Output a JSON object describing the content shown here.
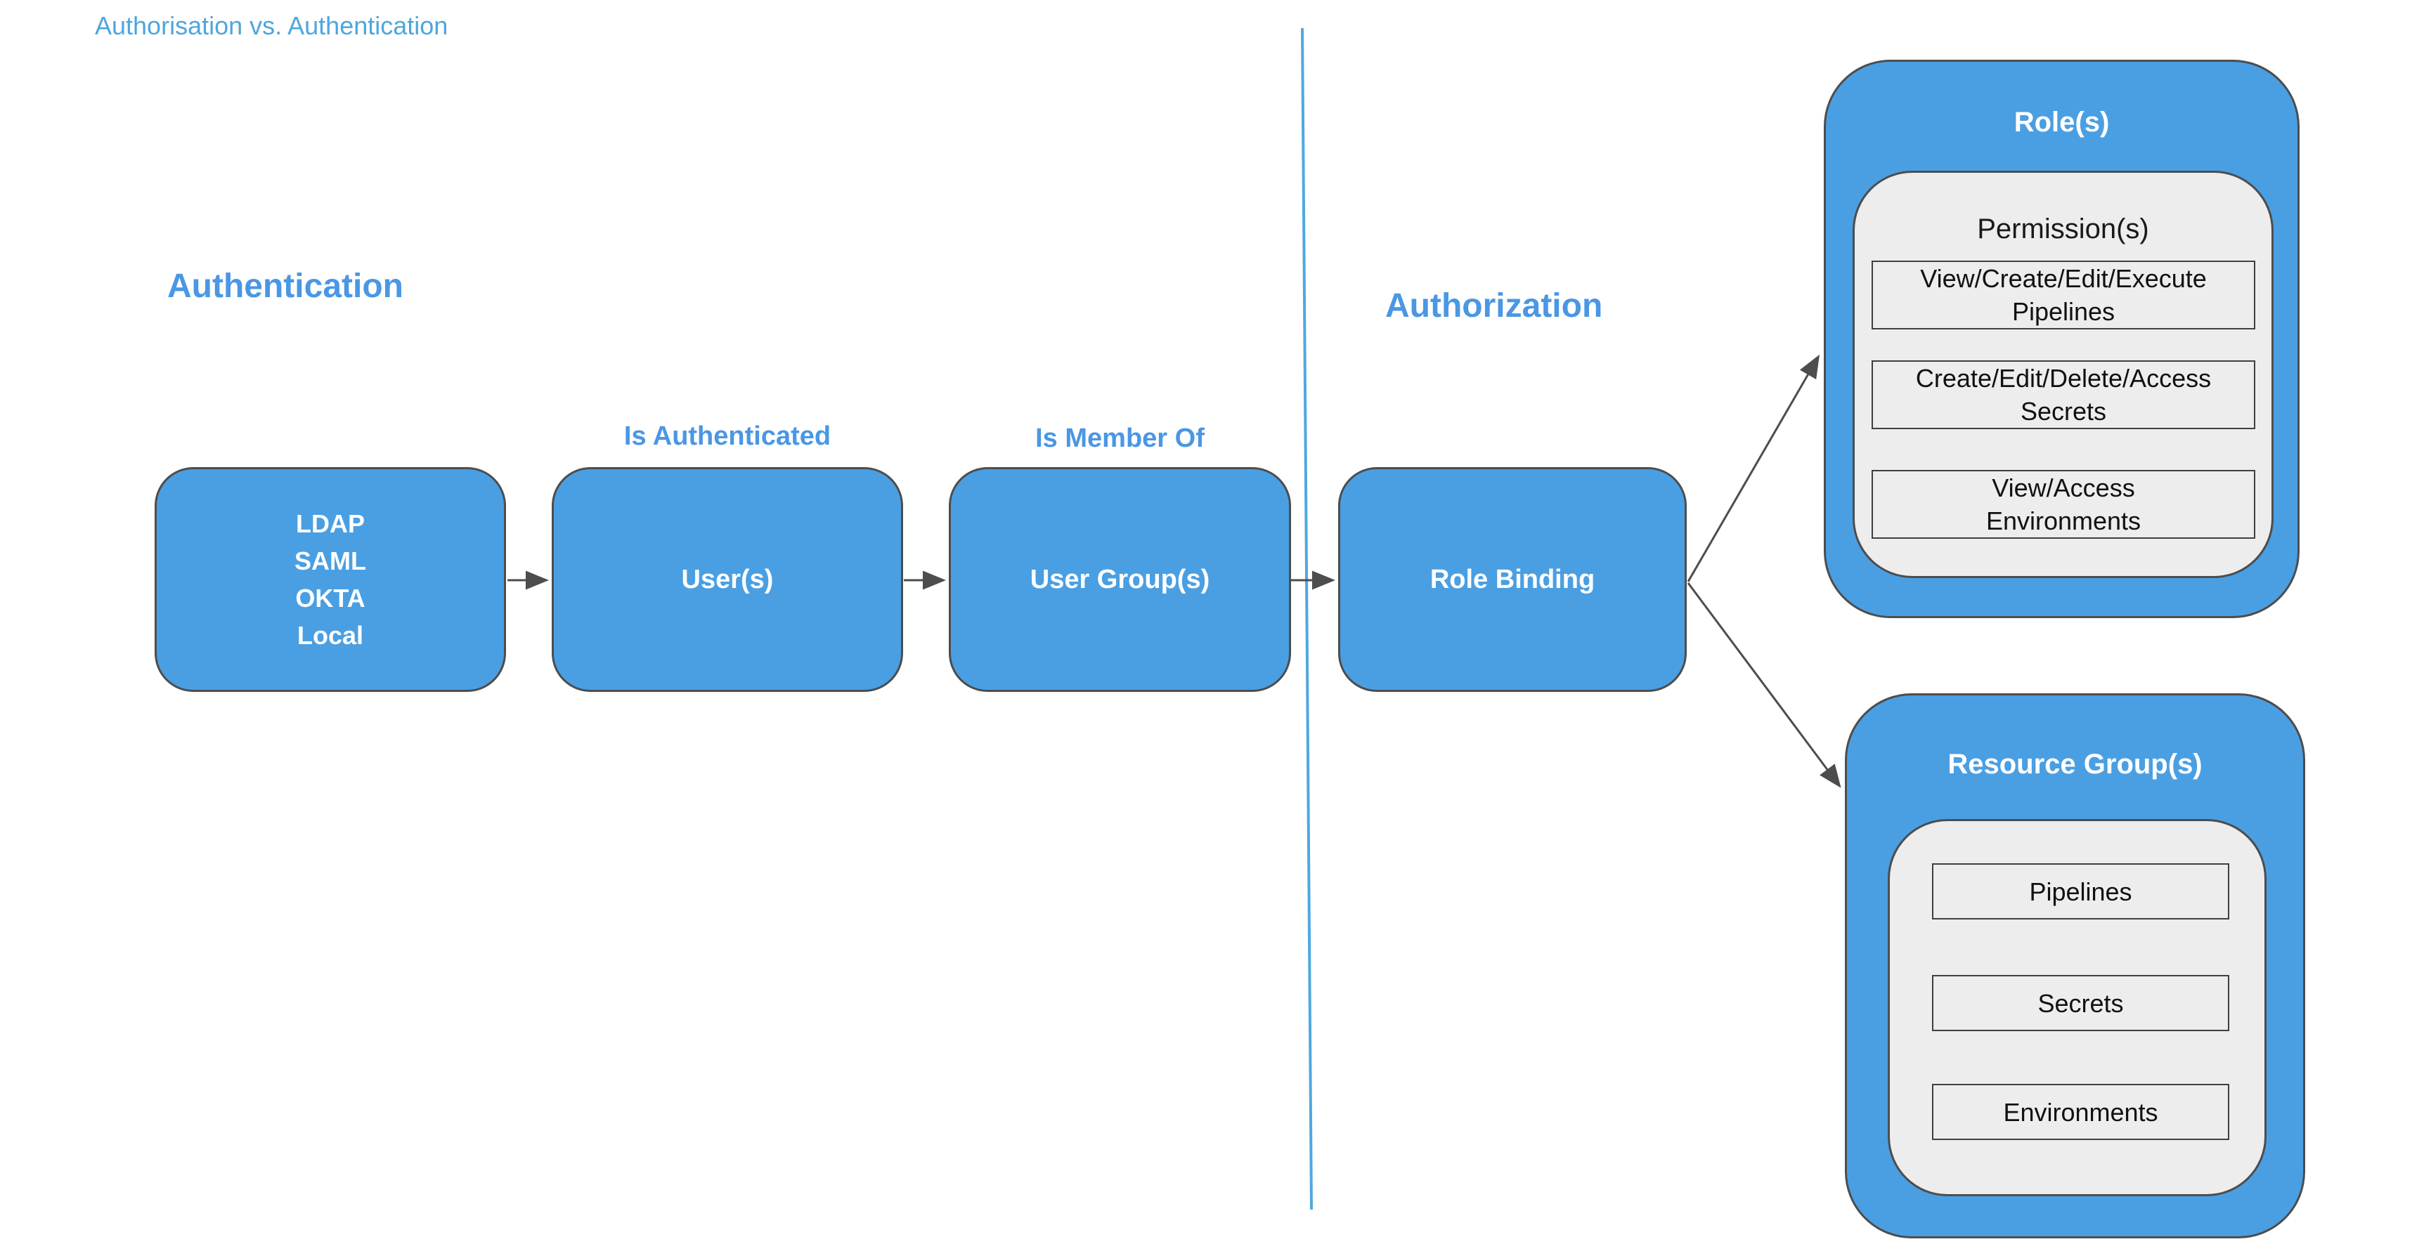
{
  "title": "Authorisation vs. Authentication",
  "headings": {
    "authentication": "Authentication",
    "authorization": "Authorization"
  },
  "edges": {
    "users_label": "Is Authenticated",
    "groups_label": "Is Member Of"
  },
  "nodes": {
    "identity_providers": {
      "lines": [
        "LDAP",
        "SAML",
        "OKTA",
        "Local"
      ]
    },
    "users": {
      "label": "User(s)"
    },
    "user_groups": {
      "label": "User Group(s)"
    },
    "role_binding": {
      "label": "Role Binding"
    }
  },
  "roles": {
    "title": "Role(s)",
    "permissions_title": "Permission(s)",
    "permissions": [
      "View/Create/Edit/Execute\nPipelines",
      "Create/Edit/Delete/Access\nSecrets",
      "View/Access\nEnvironments"
    ]
  },
  "resource_groups": {
    "title": "Resource Group(s)",
    "resources": [
      "Pipelines",
      "Secrets",
      "Environments"
    ]
  },
  "colors": {
    "node_fill": "#4A9FE3",
    "outline": "#4D4D4D",
    "heading_text": "#4A97E4",
    "title_text": "#4EA6DC",
    "divider": "#4FA8DF",
    "inner_fill": "#EDEDED",
    "node_text": "#FFFFFF",
    "arrow": "#4D4D4D"
  }
}
